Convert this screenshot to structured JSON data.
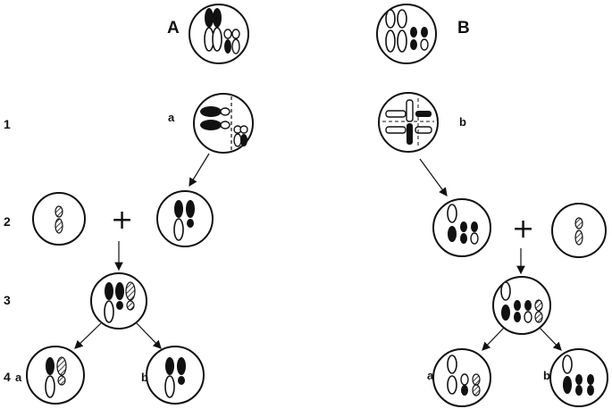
{
  "panels": {
    "A": {
      "title": "A"
    },
    "B": {
      "title": "B"
    }
  },
  "row_labels": [
    "1",
    "2",
    "3",
    "4"
  ],
  "cell_labels": {
    "A_row1": "a",
    "B_row1": "b",
    "A_row4_left": "a",
    "A_row4_right": "b",
    "B_row4_left": "a",
    "B_row4_right": "b"
  },
  "operators": {
    "plus": "+"
  },
  "colors": {
    "ink": "#111111",
    "background": "#ffffff"
  }
}
